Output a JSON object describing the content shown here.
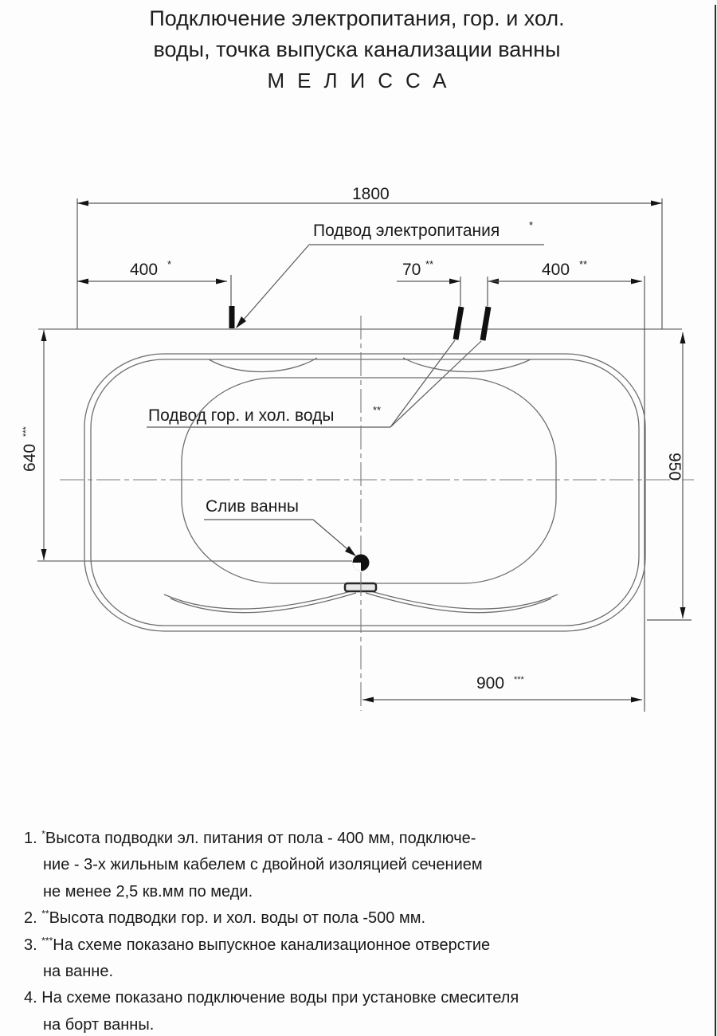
{
  "title": {
    "line1": "Подключение электропитания, гор. и хол.",
    "line2": "воды, точка выпуска канализации ванны",
    "line3": "МЕЛИССА"
  },
  "diagram": {
    "dim_1800": "1800",
    "dim_400_left": "400",
    "dim_400_left_sup": "*",
    "dim_70": "70",
    "dim_70_sup": "**",
    "dim_400_right": "400",
    "dim_400_right_sup": "**",
    "dim_640": "640",
    "dim_640_sup": "***",
    "dim_950": "950",
    "dim_900": "900",
    "dim_900_sup": "***",
    "label_power": "Подвод электропитания",
    "label_power_sup": "*",
    "label_water": "Подвод гор. и хол. воды",
    "label_water_sup": "**",
    "label_drain": "Слив ванны"
  },
  "notes": {
    "n1": {
      "num": "1.",
      "sup": "*",
      "l1": "Высота подводки эл. питания от пола - 400 мм, подключе-",
      "l2": "ние - 3-х жильным кабелем с двойной изоляцией сечением",
      "l3": "не менее 2,5 кв.мм по меди."
    },
    "n2": {
      "num": "2.",
      "sup": "**",
      "l1": "Высота подводки гор. и хол. воды от пола -500 мм."
    },
    "n3": {
      "num": "3.",
      "sup": "***",
      "l1": "На схеме показано выпускное канализационное отверстие",
      "l2": "на ванне."
    },
    "n4": {
      "num": "4.",
      "sup": "",
      "l1": "На схеме показано подключение воды при установке смесителя",
      "l2": "на борт ванны."
    }
  }
}
